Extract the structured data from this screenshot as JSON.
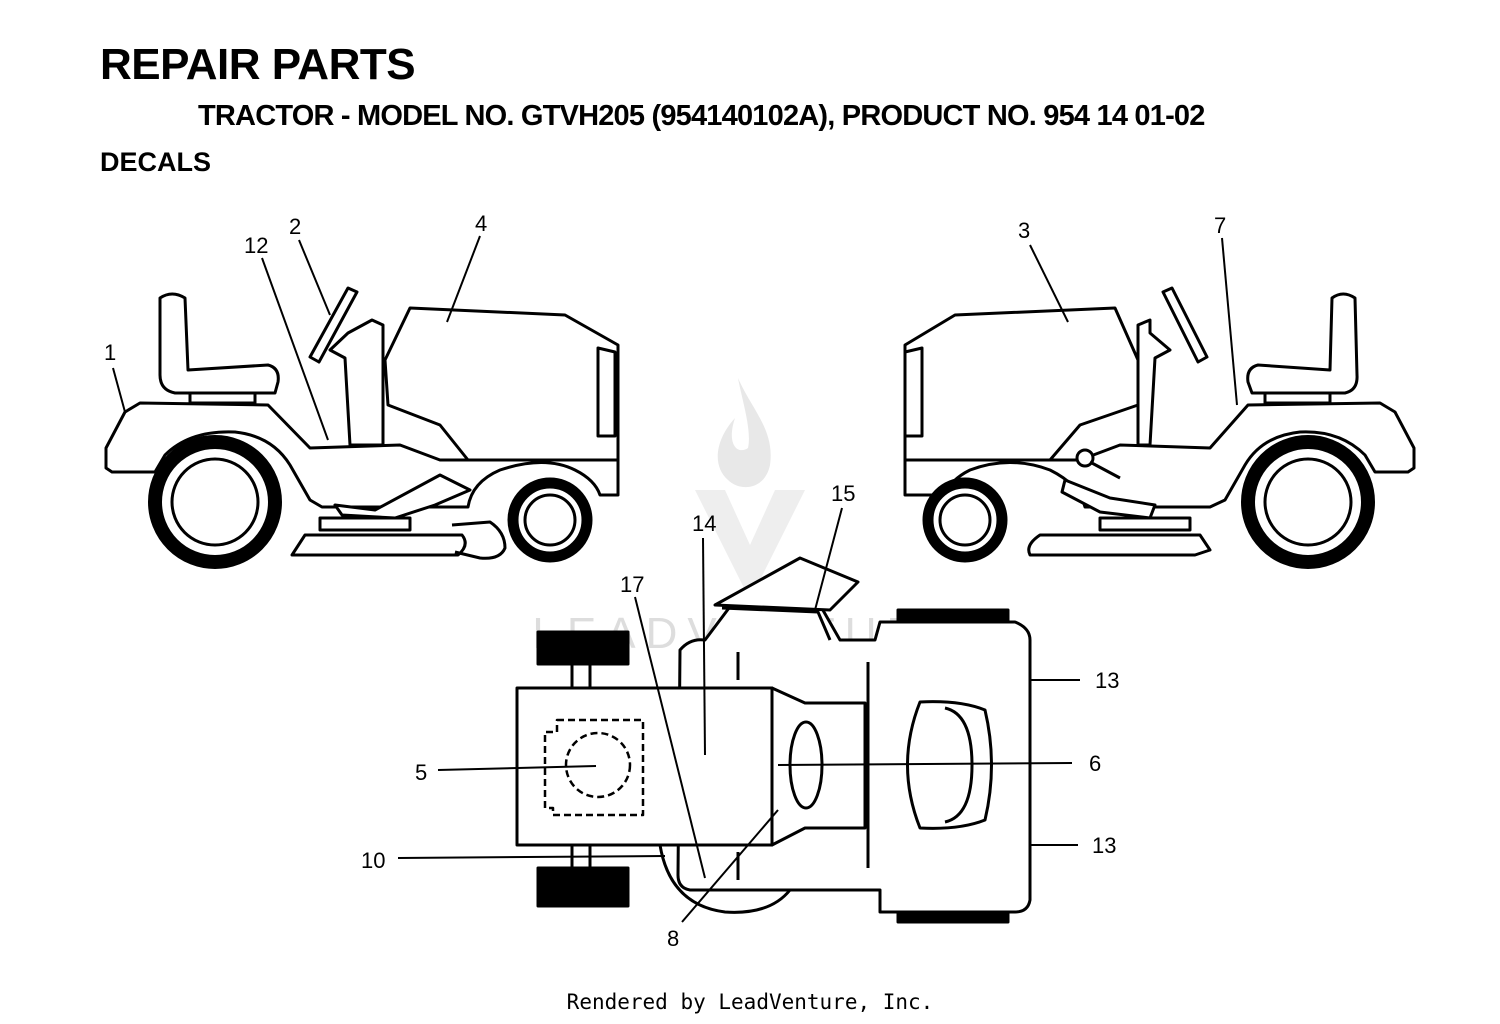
{
  "header": {
    "title": "REPAIR PARTS",
    "subtitle": "TRACTOR - MODEL NO. GTVH205 (954140102A), PRODUCT NO. 954 14 01-02",
    "section": "DECALS"
  },
  "callouts": [
    "1",
    "2",
    "3",
    "4",
    "5",
    "6",
    "7",
    "8",
    "10",
    "12",
    "13",
    "13",
    "14",
    "15",
    "17"
  ],
  "watermark": {
    "text": "LEADVENTURE"
  },
  "footer": {
    "text": "Rendered by LeadVenture, Inc."
  },
  "colors": {
    "line": "#000000",
    "watermark": "#dddddd",
    "background": "#ffffff"
  }
}
